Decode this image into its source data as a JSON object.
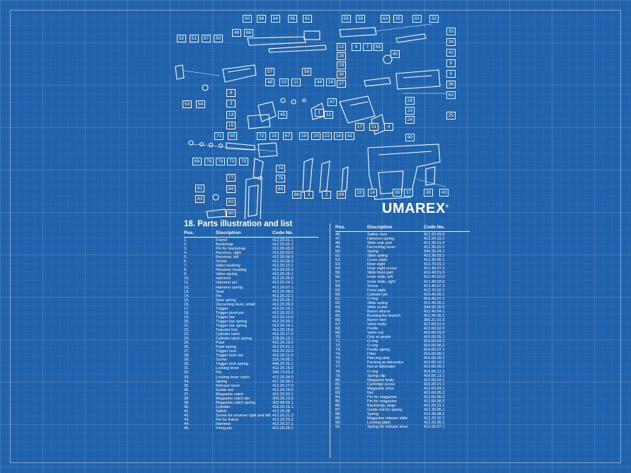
{
  "brand": {
    "name": "UMAREX",
    "mark": "®"
  },
  "title": "18. Parts illustration and list",
  "headers": {
    "pos": "Pos.",
    "desc": "Discription",
    "code": "Code No."
  },
  "callouts": [
    "50",
    "88",
    "64",
    "56",
    "61",
    "55",
    "59",
    "63",
    "35",
    "91",
    "32",
    "52",
    "51",
    "87",
    "50",
    "49",
    "66",
    "33",
    "34",
    "42",
    "40",
    "9",
    "7",
    "65",
    "6",
    "12",
    "28",
    "29",
    "30",
    "27",
    "5",
    "57",
    "58",
    "48",
    "10",
    "11",
    "44",
    "16",
    "36",
    "62",
    "53",
    "54",
    "8",
    "3",
    "47",
    "1",
    "26",
    "13",
    "22",
    "23",
    "24",
    "25",
    "15",
    "45",
    "71",
    "59",
    "72",
    "15",
    "67",
    "19",
    "20",
    "22",
    "18",
    "41",
    "17",
    "21",
    "4",
    "69",
    "78",
    "79",
    "73",
    "75",
    "74",
    "77",
    "90",
    "84",
    "76",
    "81",
    "83",
    "84",
    "82",
    "86",
    "3",
    "2",
    "89",
    "20",
    "14",
    "39",
    "37",
    "38",
    "43",
    "80"
  ],
  "left_table": [
    {
      "pos": "1.",
      "desc": "Frame",
      "code": "412.20.01.1"
    },
    {
      "pos": "2.",
      "desc": "Backstrap",
      "code": "412.20.02.1"
    },
    {
      "pos": "3.",
      "desc": "Pin for backstrap",
      "code": "312.05.65.0"
    },
    {
      "pos": "4.",
      "desc": "Receiver, right",
      "code": "412.20.03.0"
    },
    {
      "pos": "5.",
      "desc": "Receiver, left",
      "code": "412.20.04.0"
    },
    {
      "pos": "6.",
      "desc": "Screw",
      "code": "412.20.35.3"
    },
    {
      "pos": "7.",
      "desc": "Valve bushing",
      "code": "412.20.12.1"
    },
    {
      "pos": "8.",
      "desc": "Receiver housing",
      "code": "412.20.65.0"
    },
    {
      "pos": "9.",
      "desc": "Valve spring",
      "code": "412.20.26.1"
    },
    {
      "pos": "10.",
      "desc": "Hammer",
      "code": "412.20.06.0"
    },
    {
      "pos": "11.",
      "desc": "Hammer pin",
      "code": "412.20.24.1"
    },
    {
      "pos": "12.",
      "desc": "Hammer spring",
      "code": "412.20.07.1"
    },
    {
      "pos": "13.",
      "desc": "Sear",
      "code": "412.20.08.0"
    },
    {
      "pos": "14.",
      "desc": "Pin",
      "code": "412.20.22.1"
    },
    {
      "pos": "15.",
      "desc": "Sear spring",
      "code": "412.20.25.1"
    },
    {
      "pos": "16.",
      "desc": "Decocking lever, small",
      "code": "412.20.09.0"
    },
    {
      "pos": "17.",
      "desc": "Trigger",
      "code": "412.20.10.1"
    },
    {
      "pos": "18.",
      "desc": "Trigger pivot pin",
      "code": "412.20.22.0"
    },
    {
      "pos": "19.",
      "desc": "Trigger bar",
      "code": "412.20.13.0"
    },
    {
      "pos": "20.",
      "desc": "Trigger bar spring",
      "code": "412.20.30.1"
    },
    {
      "pos": "21.",
      "desc": "Trigger bar spring",
      "code": "412.20.14.1"
    },
    {
      "pos": "22.",
      "desc": "Transfer link",
      "code": "412.20.15.0"
    },
    {
      "pos": "23.",
      "desc": "Cylinder latch",
      "code": "416.20.17.0"
    },
    {
      "pos": "24.",
      "desc": "Cylinder latch spring",
      "code": "378.20.13.1"
    },
    {
      "pos": "25.",
      "desc": "Pawl",
      "code": "416.20.19.0"
    },
    {
      "pos": "26.",
      "desc": "Pawl spring",
      "code": "412.20.41.1"
    },
    {
      "pos": "27.",
      "desc": "Trigger lock",
      "code": "416.20.20.0"
    },
    {
      "pos": "28.",
      "desc": "Trigger lock nut",
      "code": "416.20.21.0"
    },
    {
      "pos": "29.",
      "desc": "Screw",
      "code": "316.78.05.1"
    },
    {
      "pos": "30.",
      "desc": "Trigger lock spring",
      "code": "446.20.26.1"
    },
    {
      "pos": "31.",
      "desc": "Locking lever",
      "code": "412.20.16.0"
    },
    {
      "pos": "32.",
      "desc": "Pin",
      "code": "346.73.03.3"
    },
    {
      "pos": "33.",
      "desc": "Locking lever catch",
      "code": "412.20.34.0"
    },
    {
      "pos": "34.",
      "desc": "Spring",
      "code": "417.20.36.1"
    },
    {
      "pos": "35.",
      "desc": "Release lever",
      "code": "412.20.17.0"
    },
    {
      "pos": "36.",
      "desc": "Guide rod",
      "code": "412.20.19.0"
    },
    {
      "pos": "37.",
      "desc": "Magazine catch",
      "code": "412.20.20.1"
    },
    {
      "pos": "38.",
      "desc": "Magazine catch pin",
      "code": "303.28.13.0"
    },
    {
      "pos": "39.",
      "desc": "Magazine catch spring",
      "code": "303.48.05.1"
    },
    {
      "pos": "40.",
      "desc": "Cylinder",
      "code": "416.20.16.1"
    },
    {
      "pos": "41.",
      "desc": "Safety",
      "code": "412.20.38"
    },
    {
      "pos": "42.",
      "desc": "Screw for receiver right and left",
      "code": "412.20.21.3"
    },
    {
      "pos": "43.",
      "desc": "Pin for frame",
      "code": "412.20.23.3"
    },
    {
      "pos": "44.",
      "desc": "Hammer",
      "code": "412.20.27.1"
    },
    {
      "pos": "45.",
      "desc": "Firing pin",
      "code": "412.20.28.1"
    }
  ],
  "right_table": [
    {
      "pos": "46.",
      "desc": "Safety rivet",
      "code": "412.20.29.0"
    },
    {
      "pos": "47.",
      "desc": "Hammer spring",
      "code": "412.20.33.1"
    },
    {
      "pos": "48.",
      "desc": "Slide rear part",
      "code": "412.30.01.0"
    },
    {
      "pos": "49.",
      "desc": "Decocking lever",
      "code": "412.30.02.1"
    },
    {
      "pos": "50.",
      "desc": "Spring",
      "code": "346.20.34.1"
    },
    {
      "pos": "51.",
      "desc": "Slide spring",
      "code": "412.30.03.1"
    },
    {
      "pos": "52.",
      "desc": "Cover plate",
      "code": "412.30.05.1"
    },
    {
      "pos": "53.",
      "desc": "Rear sight",
      "code": "412.70.01.1"
    },
    {
      "pos": "54.",
      "desc": "Rear sight screw",
      "code": "412.40.07.3"
    },
    {
      "pos": "55.",
      "desc": "Slide front part",
      "code": "412.40.01.0"
    },
    {
      "pos": "56.",
      "desc": "Inner slide, left",
      "code": "412.40.02.0"
    },
    {
      "pos": "57.",
      "desc": "Inner slide, right",
      "code": "412.40.03.0"
    },
    {
      "pos": "58.",
      "desc": "Screw",
      "code": "412.40.07.3"
    },
    {
      "pos": "59.",
      "desc": "Front sight",
      "code": "412.70.02.1"
    },
    {
      "pos": "60.",
      "desc": "Cylinder pin",
      "code": "416.40.09.1"
    },
    {
      "pos": "61.",
      "desc": "O-ring",
      "code": "416.40.07.1"
    },
    {
      "pos": "62.",
      "desc": "Slide spring",
      "code": "412.40.05.1"
    },
    {
      "pos": "63.",
      "desc": "Slide screw",
      "code": "344.20.30.0"
    },
    {
      "pos": "64.",
      "desc": "Barrel sleeve",
      "code": "412.40.04.1"
    },
    {
      "pos": "65.",
      "desc": "Bushing for breech",
      "code": "412.40.06.1"
    },
    {
      "pos": "66.",
      "desc": "Barrel rivet",
      "code": "365.21.01.3"
    },
    {
      "pos": "67.",
      "desc": "Valve body",
      "code": "412.60.01.0"
    },
    {
      "pos": "68.",
      "desc": "Pestle",
      "code": "412.60.02.0"
    },
    {
      "pos": "69.",
      "desc": "Valve nut",
      "code": "416.60.03.0"
    },
    {
      "pos": "70.",
      "desc": "Disk at pestle",
      "code": "416.60.05.1"
    },
    {
      "pos": "71.",
      "desc": "O-ring",
      "code": "416.60.04.2"
    },
    {
      "pos": "72.",
      "desc": "O-ring",
      "code": "416.60.06.2"
    },
    {
      "pos": "73.",
      "desc": "Pestle spring",
      "code": "416.60.07.1"
    },
    {
      "pos": "74.",
      "desc": "Filter",
      "code": "416.60.08.1"
    },
    {
      "pos": "75.",
      "desc": "Piercing disk",
      "code": "416.60.09.1"
    },
    {
      "pos": "76.",
      "desc": "Packing at detonator",
      "code": "416.60.10.1"
    },
    {
      "pos": "77.",
      "desc": "Nut at detonator",
      "code": "412.60.09.1"
    },
    {
      "pos": "78.",
      "desc": "O-ring",
      "code": "416.60.12.2"
    },
    {
      "pos": "79.",
      "desc": "Spring clip",
      "code": "416.60.13.1"
    },
    {
      "pos": "80.",
      "desc": "Magazine body",
      "code": "412.60.03.1"
    },
    {
      "pos": "81.",
      "desc": "Cartridge screw",
      "code": "419.20.21.1"
    },
    {
      "pos": "82.",
      "desc": "Magazine shoe",
      "code": "412.69.04.1"
    },
    {
      "pos": "83.",
      "desc": "Nut",
      "code": "412.60.05.3"
    },
    {
      "pos": "84.",
      "desc": "Pin for magazine",
      "code": "412.60.06.3"
    },
    {
      "pos": "85.",
      "desc": "Pin for magazine",
      "code": "412.60.08.3"
    },
    {
      "pos": "86.",
      "desc": "Backstrap, large",
      "code": "412.20.31.1"
    },
    {
      "pos": "87.",
      "desc": "Guide rod for spring",
      "code": "412.30.05.1"
    },
    {
      "pos": "88.",
      "desc": "Spring",
      "code": "412.40.08.2"
    },
    {
      "pos": "89.",
      "desc": "Magazine release slide",
      "code": "412.20.32.1"
    },
    {
      "pos": "90.",
      "desc": "Locking plate",
      "code": "412.20.36.1"
    },
    {
      "pos": "91.",
      "desc": "Spring for release lever",
      "code": "412.20.37.1"
    }
  ]
}
